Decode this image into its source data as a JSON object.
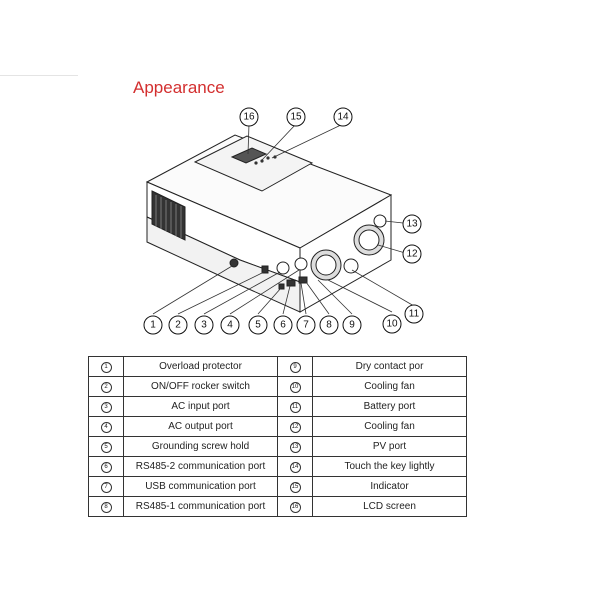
{
  "title": "Appearance",
  "callouts": [
    "1",
    "2",
    "3",
    "4",
    "5",
    "6",
    "7",
    "8",
    "9",
    "10",
    "11",
    "12",
    "13",
    "14",
    "15",
    "16"
  ],
  "legend": {
    "left": [
      {
        "num": "1",
        "label": "Overload protector"
      },
      {
        "num": "2",
        "label": "ON/OFF rocker switch"
      },
      {
        "num": "3",
        "label": "AC input port"
      },
      {
        "num": "4",
        "label": "AC output port"
      },
      {
        "num": "5",
        "label": "Grounding screw hold"
      },
      {
        "num": "6",
        "label": "RS485-2 communication port"
      },
      {
        "num": "7",
        "label": "USB communication port"
      },
      {
        "num": "8",
        "label": "RS485-1 communication port"
      }
    ],
    "right": [
      {
        "num": "9",
        "label": "Dry contact por"
      },
      {
        "num": "10",
        "label": "Cooling fan"
      },
      {
        "num": "11",
        "label": "Battery port"
      },
      {
        "num": "12",
        "label": "Cooling fan"
      },
      {
        "num": "13",
        "label": "PV port"
      },
      {
        "num": "14",
        "label": "Touch the key lightly"
      },
      {
        "num": "15",
        "label": "Indicator"
      },
      {
        "num": "16",
        "label": "LCD screen"
      }
    ]
  }
}
